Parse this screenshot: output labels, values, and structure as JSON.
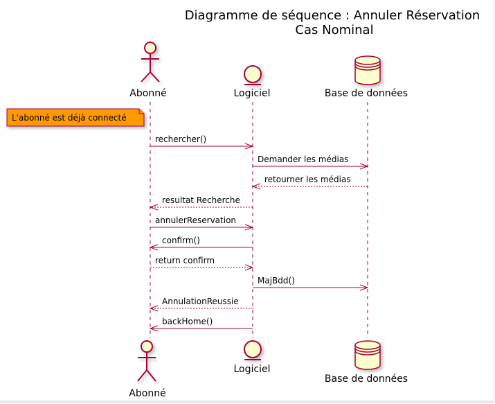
{
  "title": {
    "line1": "Diagramme de séquence : Annuler Réservation",
    "line2": "Cas Nominal"
  },
  "participants": [
    {
      "name": "Abonné",
      "kind": "actor"
    },
    {
      "name": "Logiciel",
      "kind": "entity"
    },
    {
      "name": "Base de données",
      "kind": "database"
    }
  ],
  "note": {
    "text": "L'abonné est déjà connecté",
    "color": "#ff9900"
  },
  "messages": [
    {
      "from": 0,
      "to": 1,
      "label": "rechercher()",
      "style": "solid"
    },
    {
      "from": 1,
      "to": 2,
      "label": "Demander les médias",
      "style": "solid"
    },
    {
      "from": 2,
      "to": 1,
      "label": "retourner les médias",
      "style": "dashed"
    },
    {
      "from": 1,
      "to": 0,
      "label": "resultat Recherche",
      "style": "dashed"
    },
    {
      "from": 0,
      "to": 1,
      "label": "annulerReservation",
      "style": "solid"
    },
    {
      "from": 1,
      "to": 0,
      "label": "confirm()",
      "style": "solid"
    },
    {
      "from": 0,
      "to": 1,
      "label": "return confirm",
      "style": "dashed"
    },
    {
      "from": 1,
      "to": 2,
      "label": "MajBdd()",
      "style": "solid"
    },
    {
      "from": 1,
      "to": 0,
      "label": "AnnulationReussie",
      "style": "dashed"
    },
    {
      "from": 1,
      "to": 0,
      "label": "backHome()",
      "style": "solid"
    }
  ],
  "colors": {
    "line": "#a80036",
    "participant_fill": "#fefece",
    "note_fill": "#ff9900"
  }
}
